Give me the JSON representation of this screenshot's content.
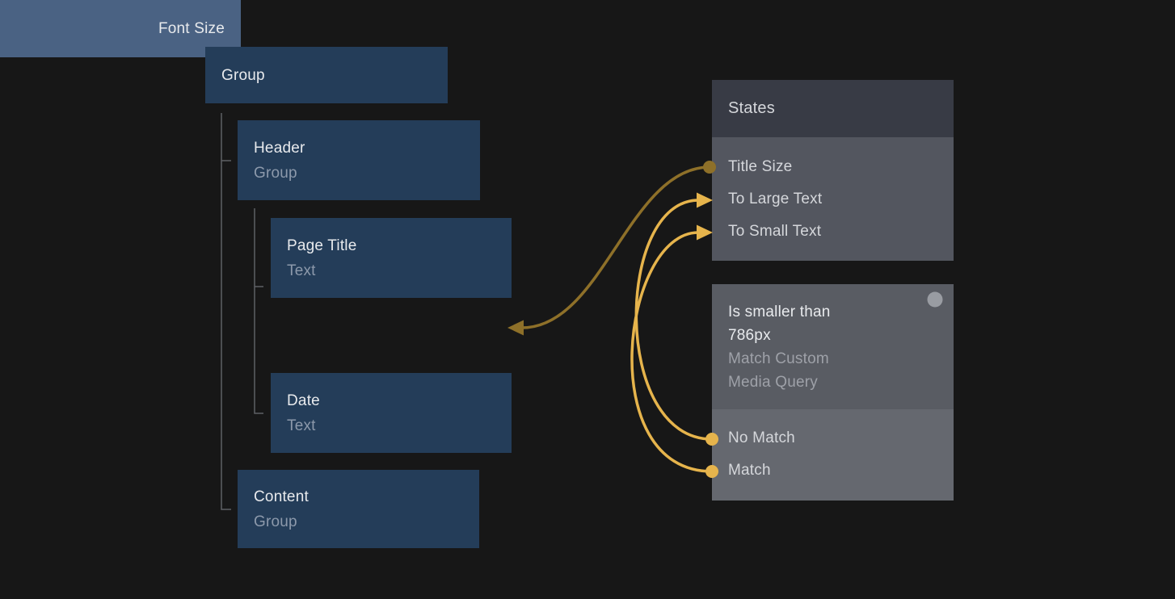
{
  "colors": {
    "background": "#171717",
    "node_fill": "#243D59",
    "node_prop_fill": "#4A6283",
    "node_title": "#E8EAED",
    "node_subtitle": "#8C99AB",
    "panel_header_fill": "#383B45",
    "panel_body_fill": "#53565F",
    "panel2_header_fill": "#595C63",
    "panel2_body_fill": "#65686F",
    "panel_text": "#D5D7DB",
    "panel_subtext": "#9EA1A8",
    "tree_line": "#5E6065",
    "connection_active": "#E6B44C",
    "connection_inactive": "#8E7029",
    "state_indicator": "#999CA2"
  },
  "tree": {
    "nodes": [
      {
        "title": "Group"
      },
      {
        "title": "Header",
        "subtitle": "Group"
      },
      {
        "title": "Page Title",
        "subtitle": "Text",
        "property": "Font Size"
      },
      {
        "title": "Date",
        "subtitle": "Text"
      },
      {
        "title": "Content",
        "subtitle": "Group"
      }
    ]
  },
  "states_panel": {
    "title": "States",
    "items": [
      {
        "label": "Title Size"
      },
      {
        "label": "To Large Text"
      },
      {
        "label": "To Small Text"
      }
    ]
  },
  "media_query_panel": {
    "title_line1": "Is smaller than",
    "title_line2": "786px",
    "subtitle_line1": "Match Custom",
    "subtitle_line2": "Media Query",
    "items": [
      {
        "label": "No Match"
      },
      {
        "label": "Match"
      }
    ]
  },
  "connections": [
    {
      "from": "Title Size",
      "to": "Font Size",
      "state": "inactive"
    },
    {
      "from": "No Match",
      "to": "To Large Text",
      "state": "active"
    },
    {
      "from": "Match",
      "to": "To Small Text",
      "state": "active"
    }
  ]
}
